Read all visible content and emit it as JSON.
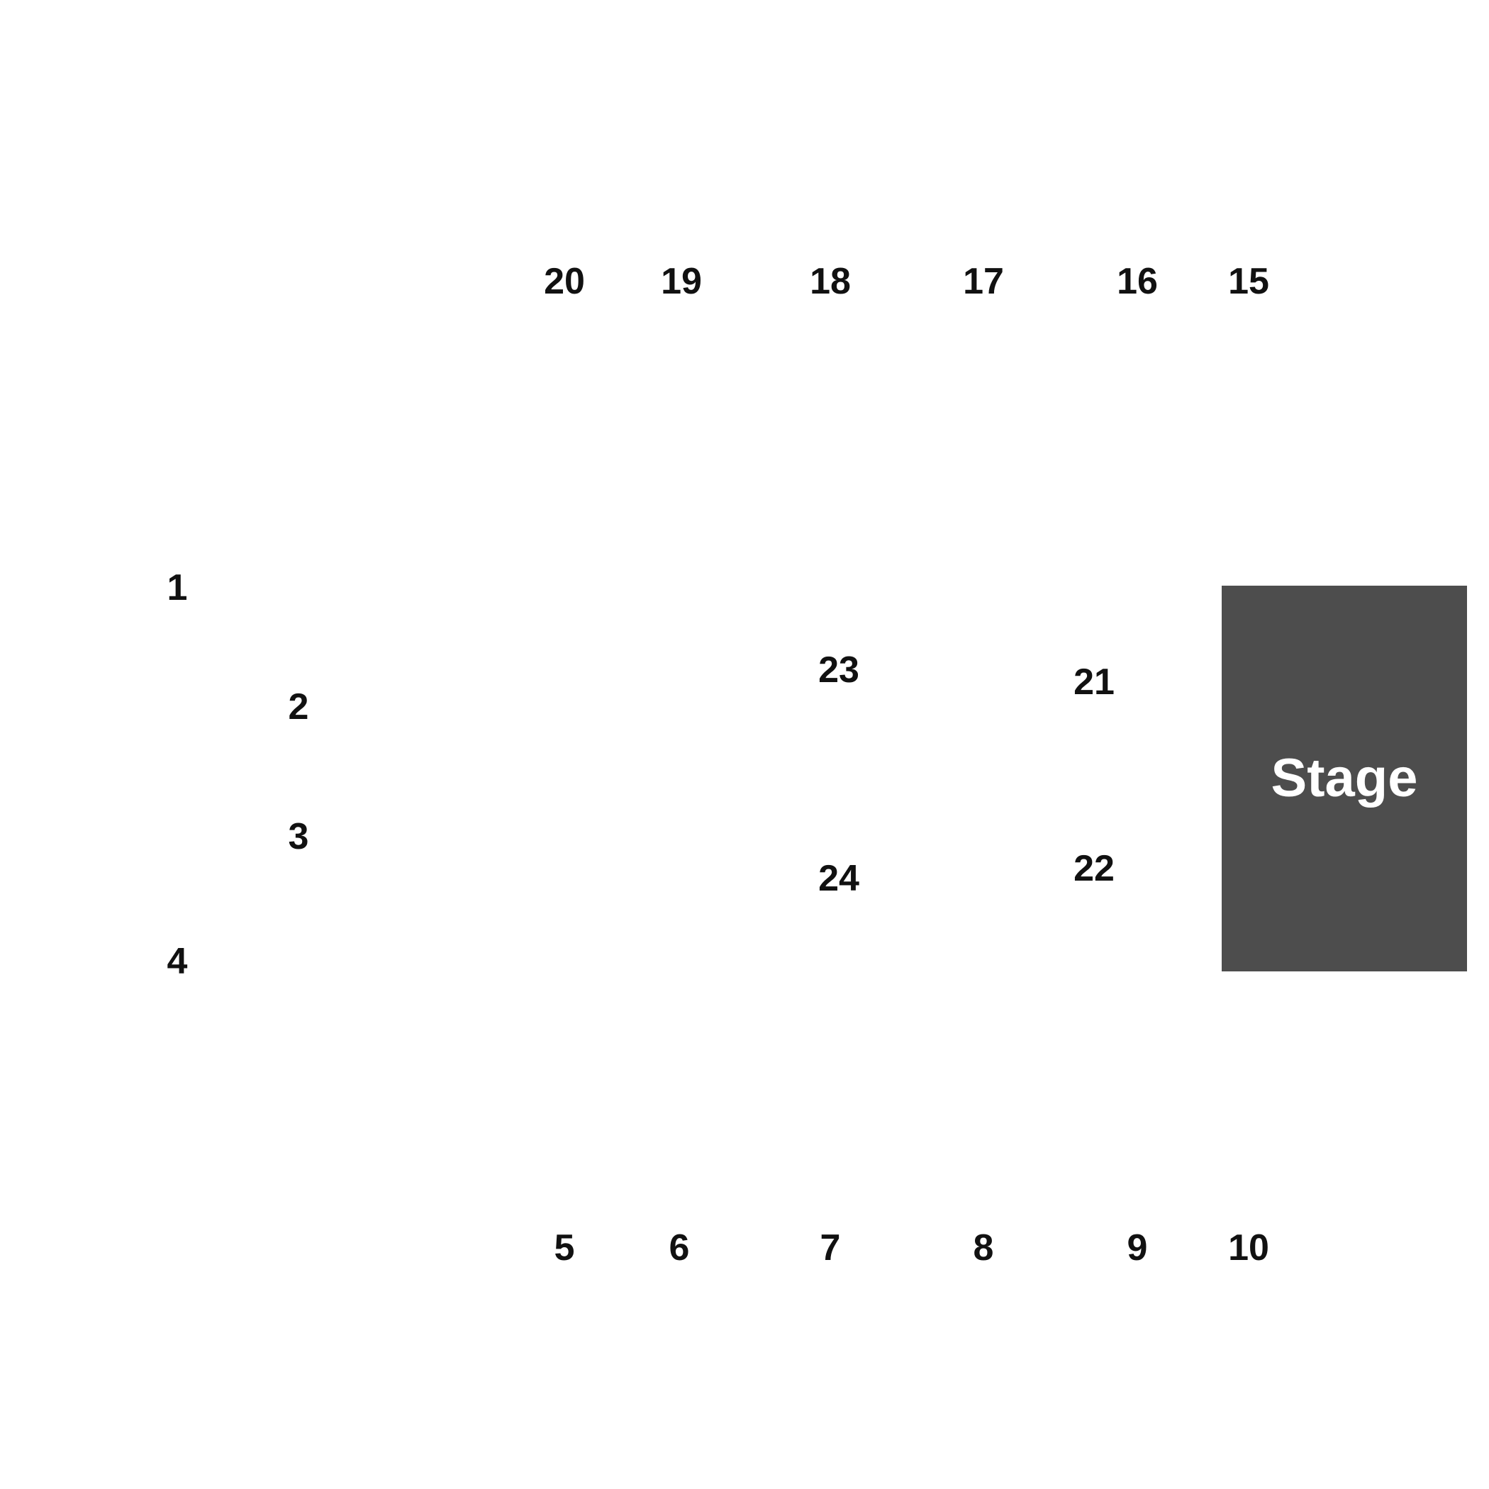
{
  "colors": {
    "background": "#ffffff",
    "label_text": "#111111",
    "stage_fill": "#4d4d4d",
    "stage_text": "#ffffff"
  },
  "stage": {
    "label": "Stage"
  },
  "sections": [
    {
      "id": "s20",
      "label": "20"
    },
    {
      "id": "s19",
      "label": "19"
    },
    {
      "id": "s18",
      "label": "18"
    },
    {
      "id": "s17",
      "label": "17"
    },
    {
      "id": "s16",
      "label": "16"
    },
    {
      "id": "s15",
      "label": "15"
    },
    {
      "id": "s1",
      "label": "1"
    },
    {
      "id": "s2",
      "label": "2"
    },
    {
      "id": "s3",
      "label": "3"
    },
    {
      "id": "s4",
      "label": "4"
    },
    {
      "id": "s23",
      "label": "23"
    },
    {
      "id": "s24",
      "label": "24"
    },
    {
      "id": "s21",
      "label": "21"
    },
    {
      "id": "s22",
      "label": "22"
    },
    {
      "id": "s5",
      "label": "5"
    },
    {
      "id": "s6",
      "label": "6"
    },
    {
      "id": "s7",
      "label": "7"
    },
    {
      "id": "s8",
      "label": "8"
    },
    {
      "id": "s9",
      "label": "9"
    },
    {
      "id": "s10",
      "label": "10"
    }
  ]
}
